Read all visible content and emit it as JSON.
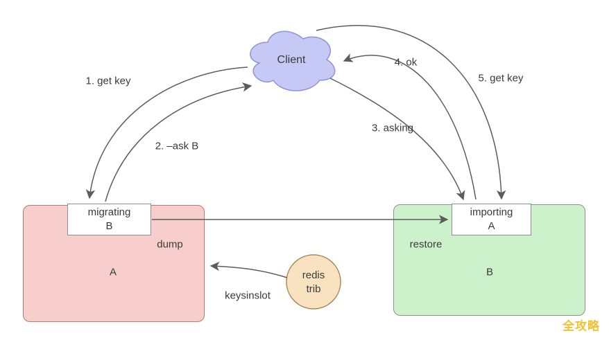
{
  "diagram": {
    "cloud": {
      "label": "Client"
    },
    "node_a": {
      "label": "A",
      "tab_line1": "migrating",
      "tab_line2": "B",
      "side_label": "dump"
    },
    "node_b": {
      "label": "B",
      "tab_line1": "importing",
      "tab_line2": "A",
      "side_label": "restore"
    },
    "redis_trib": {
      "line1": "redis",
      "line2": "trib",
      "edge_label": "keysinslot"
    },
    "steps": {
      "step1": "1. get key",
      "step2": "2. –ask B",
      "step3": "3. asking",
      "step4": "4. ok",
      "step5": "5. get key"
    },
    "watermark": "全攻略",
    "colors": {
      "cloud_fill": "#c6c9f5",
      "cloud_stroke": "#8f93d6",
      "box_a_fill": "#f8cecc",
      "box_a_stroke": "#c07571",
      "box_b_fill": "#ccf2cb",
      "box_b_stroke": "#8f8f8f",
      "tab_fill": "#ffffff",
      "tab_stroke": "#8f8f8f",
      "circle_fill": "#f8e2c0",
      "circle_stroke": "#a98a5a",
      "arrow": "#5c5c5c",
      "watermark": "#f2c12e"
    }
  }
}
